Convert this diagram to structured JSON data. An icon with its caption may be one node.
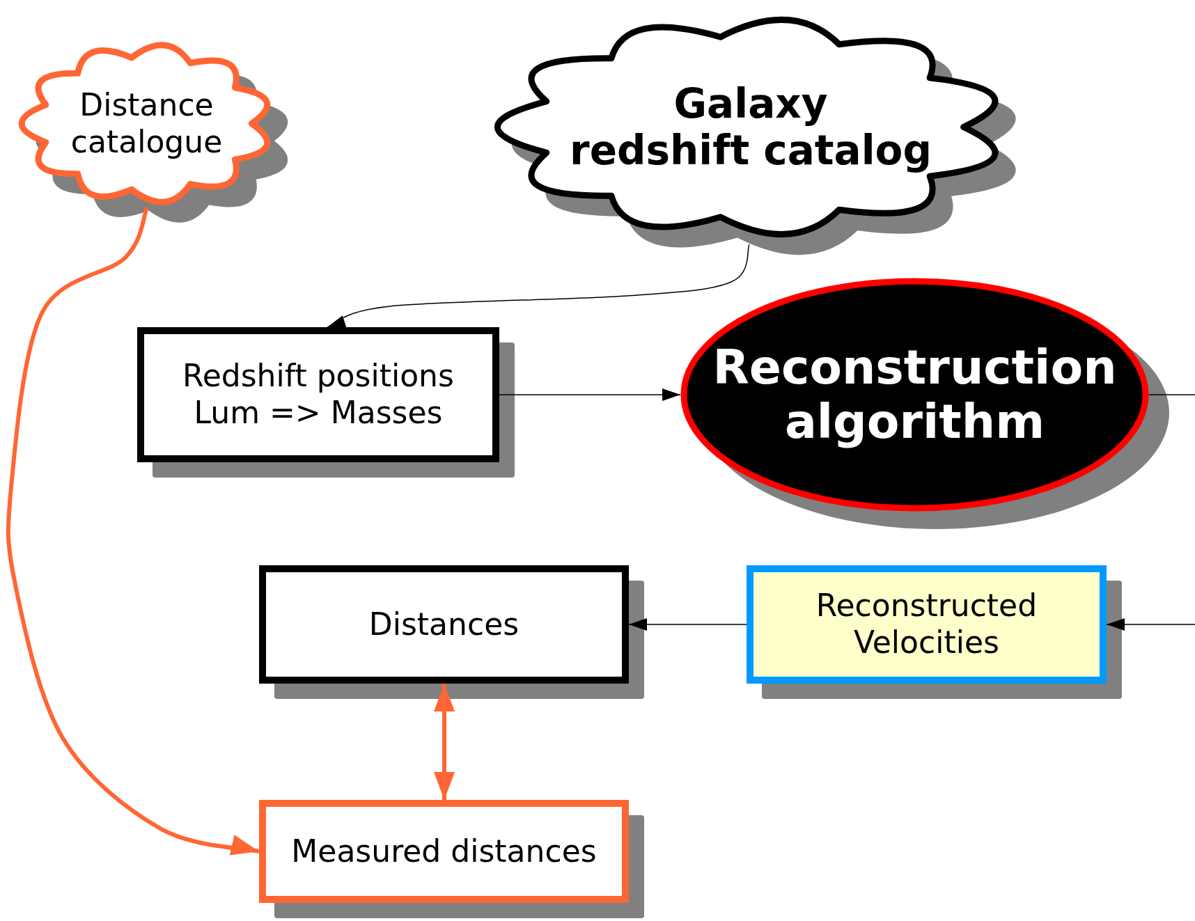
{
  "diagram": {
    "nodes": [
      {
        "text": [
          "Distance catalogue"
        ]
      },
      {
        "text": [
          "Galaxy",
          "redshift catalog"
        ]
      },
      {
        "text": [
          "Redshift positions",
          "Lum => Masses"
        ]
      },
      {
        "text": [
          "Reconstruction algorithm"
        ]
      },
      {
        "text": [
          "Distances"
        ]
      },
      {
        "text": [
          "Reconstructed Velocities"
        ]
      },
      {
        "text": [
          "Measured distances"
        ]
      }
    ],
    "edges": [
      {
        "from": 1,
        "to": 2,
        "arrow": "to"
      },
      {
        "from": 2,
        "to": 3,
        "arrow": "to"
      },
      {
        "from": 3,
        "to": null,
        "arrow": "none"
      },
      {
        "from": null,
        "to": 5,
        "arrow": "to"
      },
      {
        "from": 5,
        "to": 4,
        "arrow": "to"
      },
      {
        "from": 4,
        "to": 6,
        "arrow": "both",
        "style": "thick",
        "color": "#ff6633"
      },
      {
        "from": 0,
        "to": 6,
        "arrow": "to",
        "style": "thick",
        "color": "#ff6633"
      }
    ]
  }
}
